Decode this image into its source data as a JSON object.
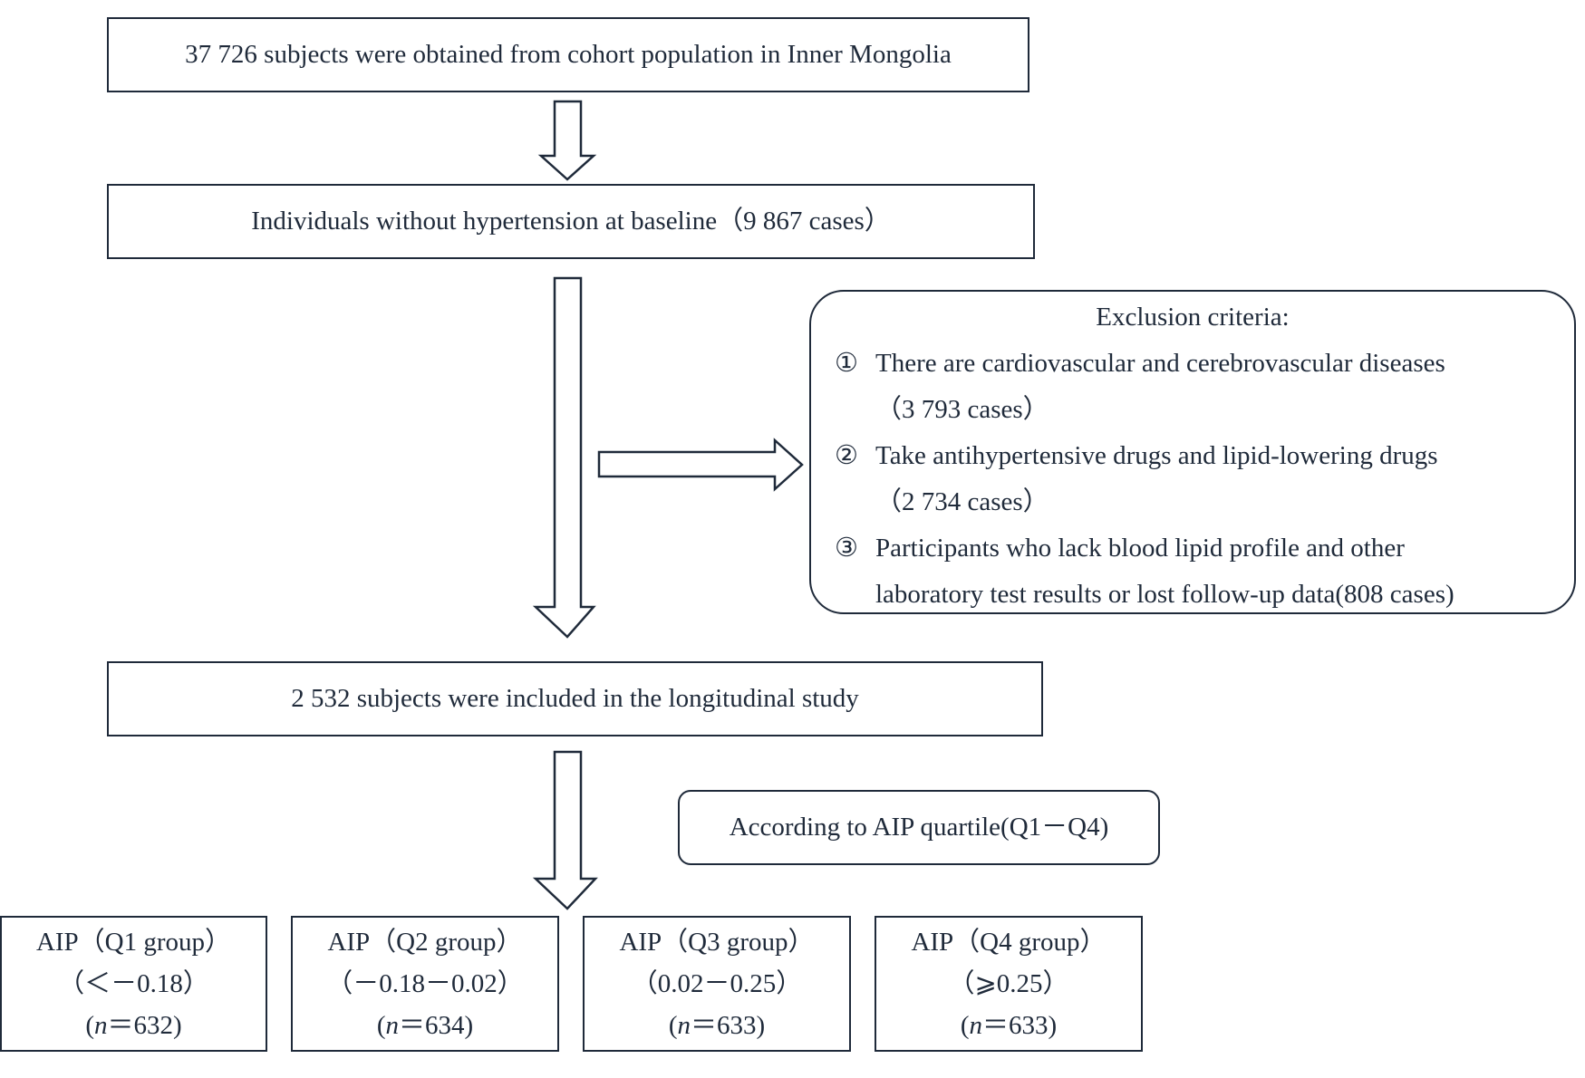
{
  "steps": {
    "cohort": "37 726 subjects were obtained from cohort population in Inner Mongolia",
    "baseline": "Individuals without hypertension at baseline（9 867 cases）",
    "included": "2 532 subjects were included in the longitudinal study",
    "stratify": "According to AIP quartile(Q1－Q4)"
  },
  "exclusion": {
    "title": "Exclusion criteria:",
    "items": [
      {
        "num": "①",
        "line1": "There are cardiovascular and cerebrovascular diseases",
        "line2": "（3 793 cases）"
      },
      {
        "num": "②",
        "line1": "Take antihypertensive drugs and lipid-lowering drugs",
        "line2": "（2 734 cases）"
      },
      {
        "num": "③",
        "line1": "Participants who lack blood lipid profile and other",
        "line2": "laboratory test results or lost follow-up data(808 cases)"
      }
    ]
  },
  "groups": [
    {
      "label": "AIP（Q1 group）",
      "range": "（＜－0.18）",
      "n_prefix": "(",
      "n_var": "n",
      "n_rest": "＝632)"
    },
    {
      "label": "AIP（Q2 group）",
      "range": "（－0.18－0.02）",
      "n_prefix": "(",
      "n_var": "n",
      "n_rest": "＝634)"
    },
    {
      "label": "AIP（Q3 group）",
      "range": "（0.02－0.25）",
      "n_prefix": "(",
      "n_var": "n",
      "n_rest": "＝633)"
    },
    {
      "label": "AIP（Q4 group）",
      "range": "（⩾0.25）",
      "n_prefix": "(",
      "n_var": "n",
      "n_rest": "＝633)"
    }
  ],
  "colors": {
    "stroke": "#1f2a3a",
    "background": "#ffffff"
  }
}
